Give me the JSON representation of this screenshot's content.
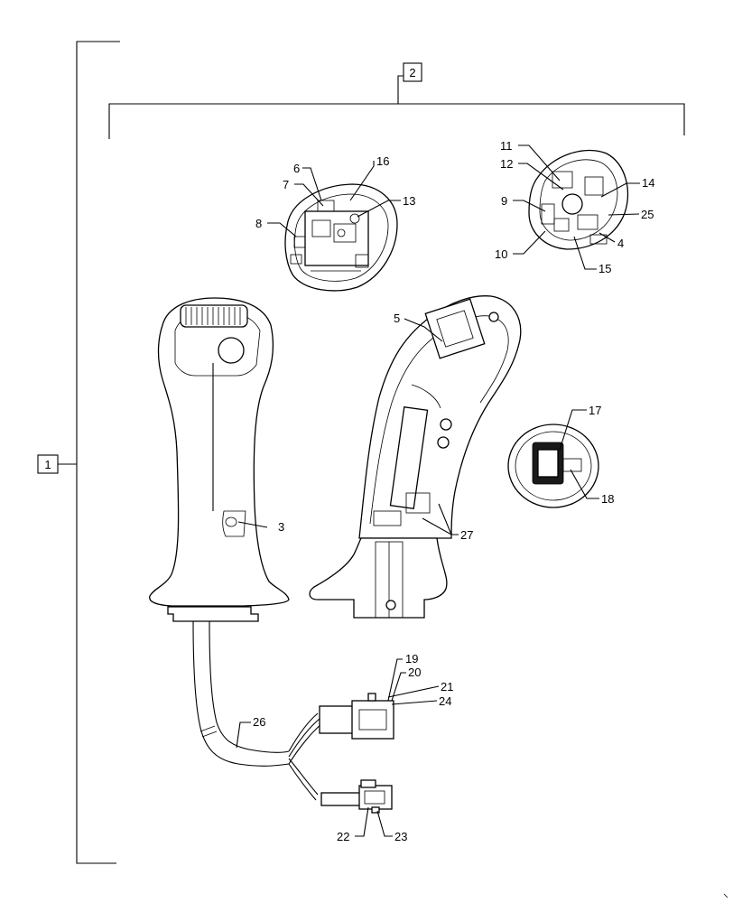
{
  "diagram": {
    "assembly_labels": {
      "main": "1",
      "sub": "2"
    },
    "callouts": {
      "c3": "3",
      "c4": "4",
      "c5": "5",
      "c6": "6",
      "c7": "7",
      "c8": "8",
      "c9": "9",
      "c10": "10",
      "c11": "11",
      "c12": "12",
      "c13": "13",
      "c14": "14",
      "c15": "15",
      "c16": "16",
      "c17": "17",
      "c18": "18",
      "c19": "19",
      "c20": "20",
      "c21": "21",
      "c22": "22",
      "c23": "23",
      "c24": "24",
      "c25": "25",
      "c26": "26",
      "c27": "27"
    }
  }
}
